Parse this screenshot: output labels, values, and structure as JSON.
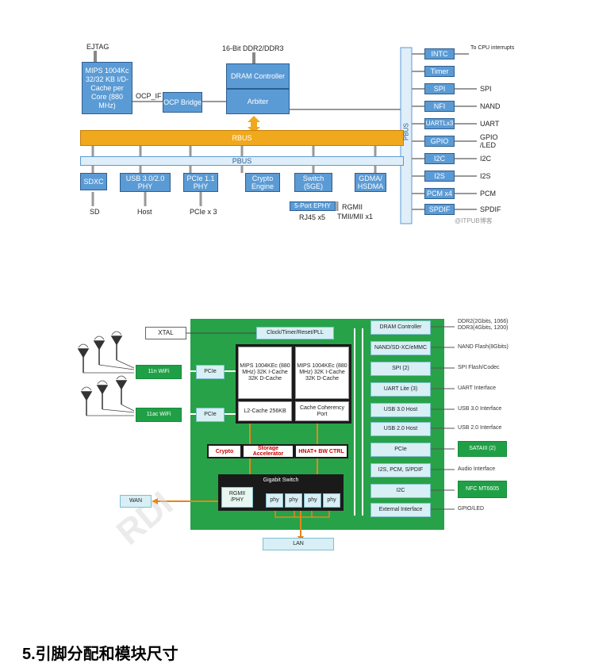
{
  "diagram1": {
    "ejtag": "EJTAG",
    "mips_block": "MIPS 1004Kc 32/32 KB I/D-Cache per Core (880 MHz)",
    "ocp_if": "OCP_IF",
    "ocp_bridge": "OCP Bridge",
    "ddr_label": "16-Bit DDR2/DDR3",
    "dram_controller": "DRAM Controller",
    "arbiter": "Arbiter",
    "rbus": "RBUS",
    "pbus_h": "PBUS",
    "pbus_v": "PBUS",
    "bottom_blocks": [
      {
        "label": "SDXC",
        "below": "SD"
      },
      {
        "label": "USB 3.0/2.0 PHY",
        "below": "Host"
      },
      {
        "label": "PCIe 1.1 PHY",
        "below": "PCIe x 3"
      },
      {
        "label": "Crypto Engine",
        "below": ""
      },
      {
        "label": "Switch (5GE)",
        "below": ""
      },
      {
        "label": "GDMA/ HSDMA",
        "below": ""
      }
    ],
    "ephy": "5-Port EPHY",
    "rj45": "RJ45 x5",
    "rgmii": "RGMII",
    "tmii": "TMII/MII x1",
    "right_blocks": [
      {
        "label": "INTC",
        "out": "To CPU interrupts"
      },
      {
        "label": "Timer",
        "out": ""
      },
      {
        "label": "SPI",
        "out": "SPI"
      },
      {
        "label": "NFI",
        "out": "NAND"
      },
      {
        "label": "UARTLx3",
        "out": "UART"
      },
      {
        "label": "GPIO",
        "out": "GPIO /LED"
      },
      {
        "label": "I2C",
        "out": "I2C"
      },
      {
        "label": "I2S",
        "out": "I2S"
      },
      {
        "label": "PCM x4",
        "out": "PCM"
      },
      {
        "label": "SPDIF",
        "out": "SPDIF"
      }
    ],
    "watermark": "@ITPUB博客"
  },
  "diagram2": {
    "xtal": "XTAL",
    "clock": "Clock/Timer/Reset/PLL",
    "wifi_11n": "11n WiFi",
    "wifi_11ac": "11ac WiFi",
    "pcie_a": "PCIe",
    "pcie_b": "PCIe",
    "cpu_left": "MIPS 1004KEc (880 MHz) 32K I-Cache 32K D-Cache",
    "cpu_right": "MIPS 1004KEc (880 MHz) 32K I-Cache 32K D-Cache",
    "l2": "L2-Cache 256KB",
    "cache_port": "Cache Coherency Port",
    "crypto": "Crypto",
    "storage": "Storage Accelerator",
    "hnat": "HNAT+ BW CTRL",
    "gigabit_switch": "Gigabit Switch",
    "rgmii_phy": "RGMII /PHY",
    "phy": [
      "phy",
      "phy",
      "phy",
      "phy"
    ],
    "wan": "WAN",
    "lan": "LAN",
    "right_cells": [
      {
        "label": "DRAM Controller",
        "out": "DDR2(2Gbits, 1066) DDR3(4Gbits, 1200)"
      },
      {
        "label": "NAND/SD-XC/eMMC",
        "out": "NAND Flash(8Gbits)"
      },
      {
        "label": "SPI (2)",
        "out": "SPI Flash/Codec"
      },
      {
        "label": "UART Lite (3)",
        "out": "UART Interface"
      },
      {
        "label": "USB 3.0 Host",
        "out": "USB 3.0 Interface"
      },
      {
        "label": "USB 2.0 Host",
        "out": "USB 2.0 Interface"
      },
      {
        "label": "PCIe",
        "out": ""
      },
      {
        "label": "I2S, PCM, S/PDIF",
        "out": "Audio Interface"
      },
      {
        "label": "I2C",
        "out": ""
      },
      {
        "label": "External Interface",
        "out": "GPIO/LED"
      }
    ],
    "sata": "SATAIII (2)",
    "nfc": "NFC MT6605"
  },
  "heading": "5.引脚分配和模块尺寸"
}
